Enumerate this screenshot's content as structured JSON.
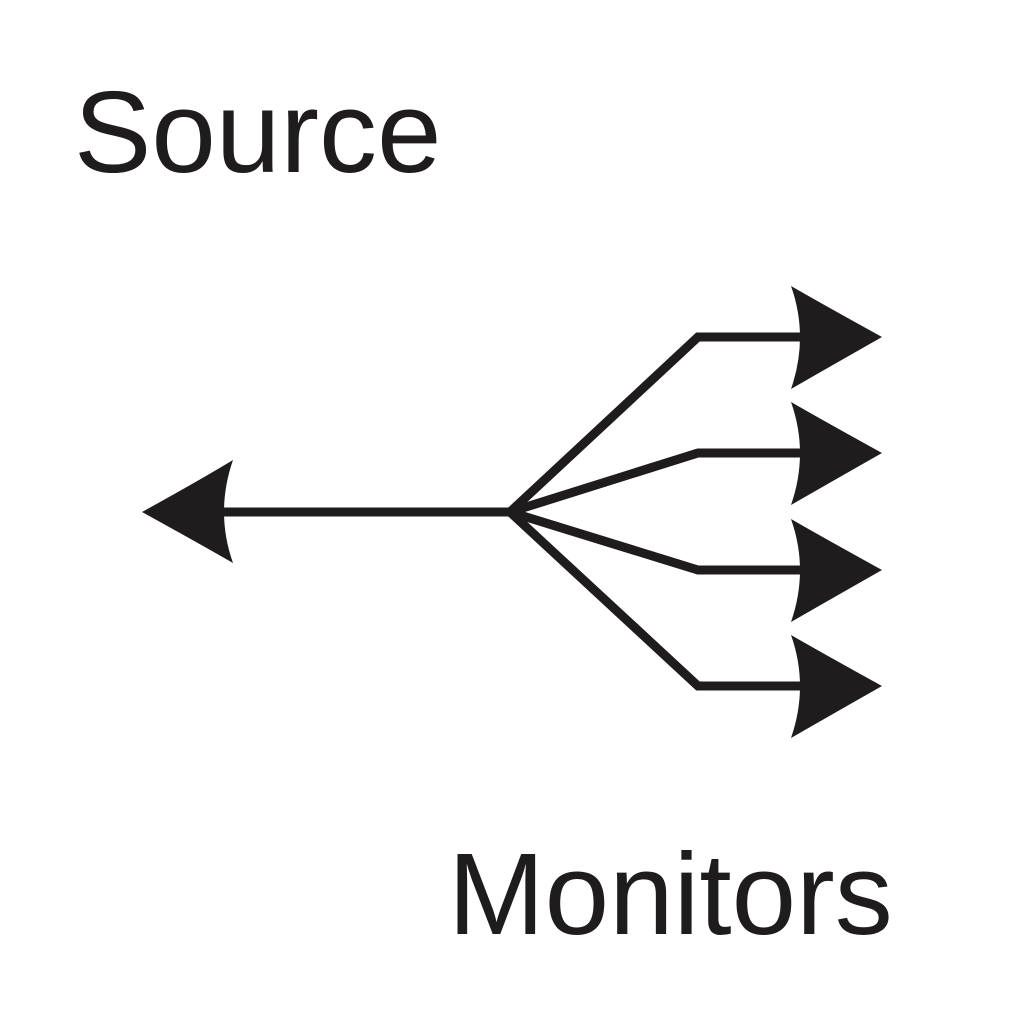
{
  "labels": {
    "source": "Source",
    "monitors": "Monitors"
  },
  "colors": {
    "background": "#ffffff",
    "ink": "#1e1c1d"
  },
  "icons": {
    "source_arrow": "arrow-left-icon",
    "monitor_arrows": "arrow-right-icon"
  },
  "diagram": {
    "branch_count": 4
  }
}
